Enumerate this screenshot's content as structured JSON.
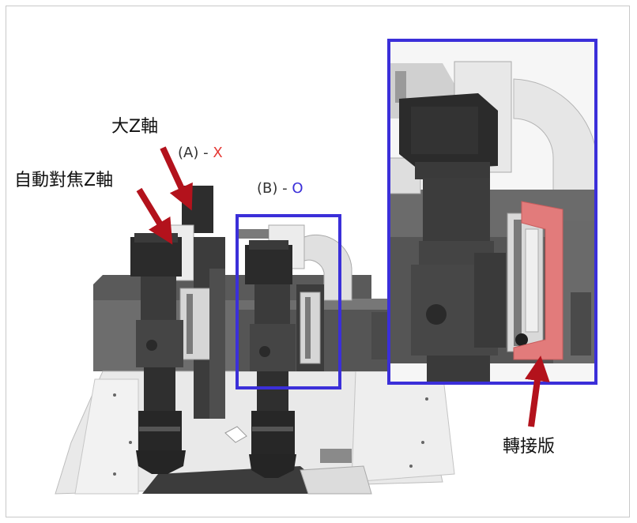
{
  "labels": {
    "big_z_axis": "大Z軸",
    "autofocus_z_axis": "自動對焦Z軸",
    "adapter_plate": "轉接版"
  },
  "options": {
    "a": {
      "tag": "(A)",
      "sep": "-",
      "mark": "X"
    },
    "b": {
      "tag": "(B)",
      "sep": "-",
      "mark": "O"
    }
  },
  "colors": {
    "arrow": "#b3121c",
    "highlight_box": "#3b2fd9",
    "mark_x": "#e53935",
    "mark_o": "#3b2fd9",
    "adapter_plate": "#e27b7b"
  }
}
